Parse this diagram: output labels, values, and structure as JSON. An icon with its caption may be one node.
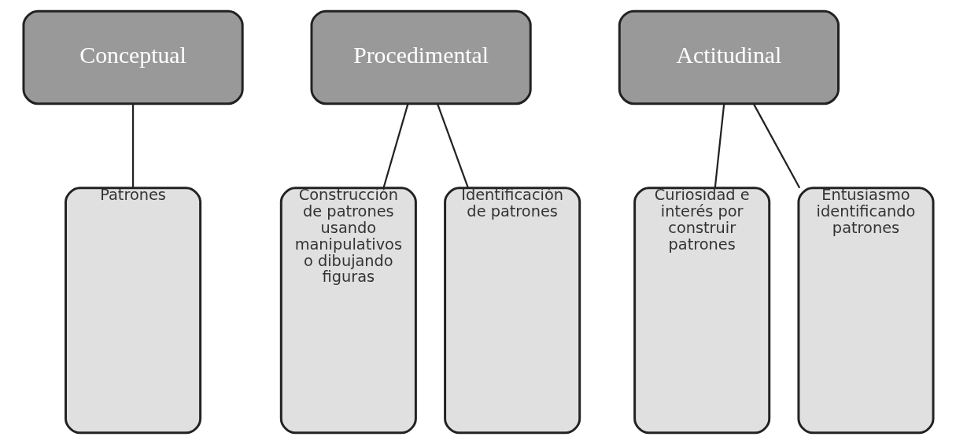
{
  "diagram": {
    "nodes": [
      {
        "text": [
          "Conceptual"
        ]
      },
      {
        "text": [
          "Procedimental"
        ]
      },
      {
        "text": [
          "Actitudinal"
        ]
      },
      {
        "text": [
          "Patrones"
        ]
      },
      {
        "text": [
          "Construcción de patrones usando manipulativos o dibujando figuras"
        ]
      },
      {
        "text": [
          "Identificación de patrones"
        ]
      },
      {
        "text": [
          "Curiosidad e interés por construir patrones"
        ]
      },
      {
        "text": [
          "Entusiasmo identificando patrones"
        ]
      }
    ],
    "edges": [
      {
        "from": 0,
        "to": 3,
        "arrow": "none"
      },
      {
        "from": 1,
        "to": 4,
        "arrow": "none"
      },
      {
        "from": 1,
        "to": 5,
        "arrow": "none"
      },
      {
        "from": 2,
        "to": 6,
        "arrow": "none"
      },
      {
        "from": 2,
        "to": 7,
        "arrow": "none"
      }
    ]
  }
}
